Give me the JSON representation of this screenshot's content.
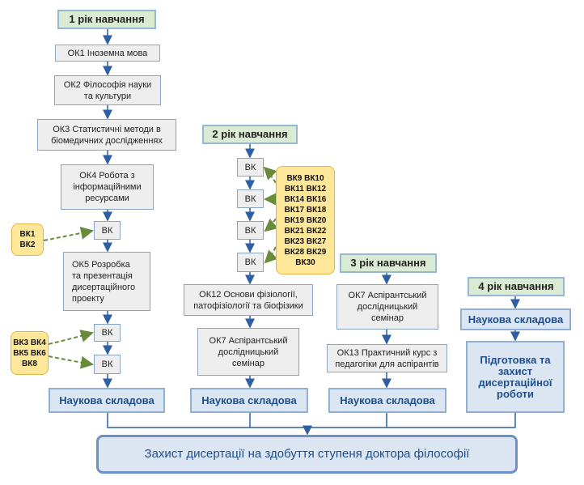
{
  "years": {
    "y1": "1 рік навчання",
    "y2": "2 рік навчання",
    "y3": "3 рік навчання",
    "y4": "4 рік навчання"
  },
  "col1": {
    "ok1": "ОК1  Іноземна мова",
    "ok2": "ОК2 Філософія науки\nта культури",
    "ok3": "ОК3 Статистичні методи в\nбіомедичних дослідженнях",
    "ok4": "ОК4  Робота з\nінформаційними\nресурсами",
    "vk_a": "ВК",
    "ok5": "ОК5 Розробка\nта презентація\nдисертаційного\nпроекту",
    "vk_b": "ВК",
    "vk_c": "ВК",
    "science": "Наукова складова",
    "elective1": "ВК1\nВК2",
    "elective2": "ВК3  ВК4\nВК5  ВК6\nВК8"
  },
  "col2": {
    "vk1": "ВК",
    "vk2": "ВК",
    "vk3": "ВК",
    "vk4": "ВК",
    "electives": "ВК9   ВК10\nВК11  ВК12\nВК14  ВК16\nВК17  ВК18\nВК19  ВК20\nВК21  ВК22\nВК23  ВК27\nВК28  ВК29\nВК30",
    "ok12": "ОК12 Основи фізіології,\nпатофізіології та біофізики",
    "ok7": "ОК7 Аспірантський\nдослідницький\nсемінар",
    "science": "Наукова складова"
  },
  "col3": {
    "ok7": "ОК7 Аспірантський\nдослідницький\nсемінар",
    "ok13": "ОК13 Практичний курс з\nпедагогіки для аспірантів",
    "science": "Наукова складова"
  },
  "col4": {
    "science": "Наукова складова",
    "defense_prep": "Підготовка та\nзахист\nдисертаційної\nроботи"
  },
  "final": "Захист дисертації на здобуття ступеня доктора філософії",
  "colors": {
    "line": "#2e5fa3",
    "dashed": "#6a8c3a",
    "year_bg": "#dbead2",
    "blue_bg": "#dce6f2",
    "yellow_bg": "#ffe79a"
  }
}
